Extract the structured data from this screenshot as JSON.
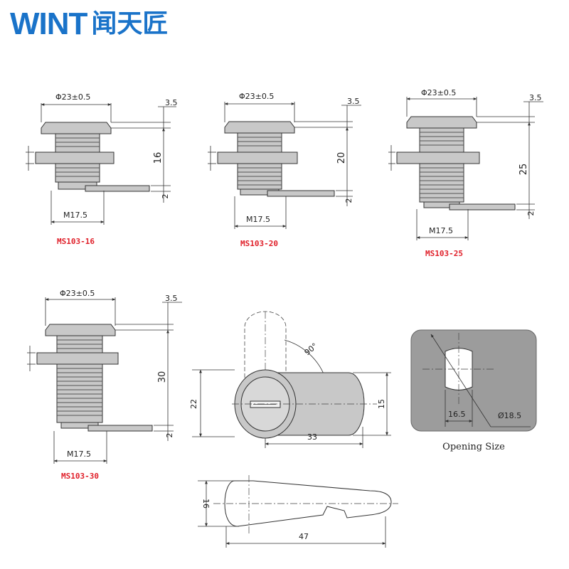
{
  "brand": {
    "latin": "WINT",
    "cjk": "闻天匠",
    "color": "#1a73c9"
  },
  "models": [
    {
      "id": "MS103-16",
      "diameter": "Φ23±0.5",
      "head": "3.5",
      "length": "16",
      "thread": "M17.5",
      "cam": "2"
    },
    {
      "id": "MS103-20",
      "diameter": "Φ23±0.5",
      "head": "3.5",
      "length": "20",
      "thread": "M17.5",
      "cam": "2"
    },
    {
      "id": "MS103-25",
      "diameter": "Φ23±0.5",
      "head": "3.5",
      "length": "25",
      "thread": "M17.5",
      "cam": "2"
    },
    {
      "id": "MS103-30",
      "diameter": "Φ23±0.5",
      "head": "3.5",
      "length": "30",
      "thread": "M17.5",
      "cam": "2"
    }
  ],
  "front_view": {
    "height": "22",
    "width": "33",
    "cam_width": "15",
    "angle": "90°"
  },
  "opening": {
    "width": "16.5",
    "diameter": "Ø18.5",
    "caption": "Opening Size"
  },
  "cam_plate": {
    "height": "16",
    "length": "47"
  },
  "colors": {
    "label_red": "#e0202a",
    "line": "#333333",
    "fill": "#c8c8c8"
  }
}
